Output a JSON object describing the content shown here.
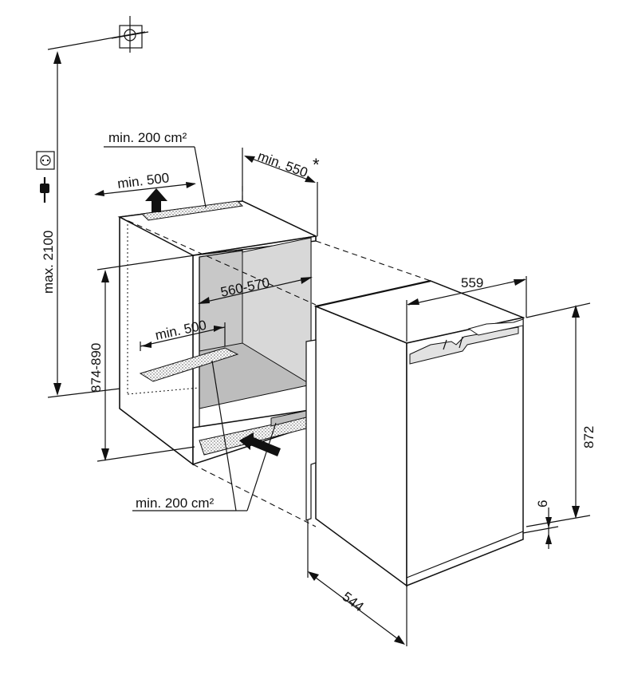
{
  "dimensions": {
    "max_height": "max. 2100",
    "vent_area_top": "min. 200 cm²",
    "vent_depth_top": "min. 500",
    "niche_depth": "min. 550",
    "asterisk": "*",
    "niche_width": "560-570",
    "vent_depth_bottom": "min. 500",
    "niche_height": "874-890",
    "vent_area_bottom": "min. 200 cm²",
    "appliance_width": "559",
    "appliance_height": "872",
    "plinth_gap": "6",
    "appliance_depth": "544"
  },
  "icons": {
    "plumb": "plumb-target-icon",
    "socket": "power-socket-icon",
    "plug": "power-plug-icon"
  }
}
